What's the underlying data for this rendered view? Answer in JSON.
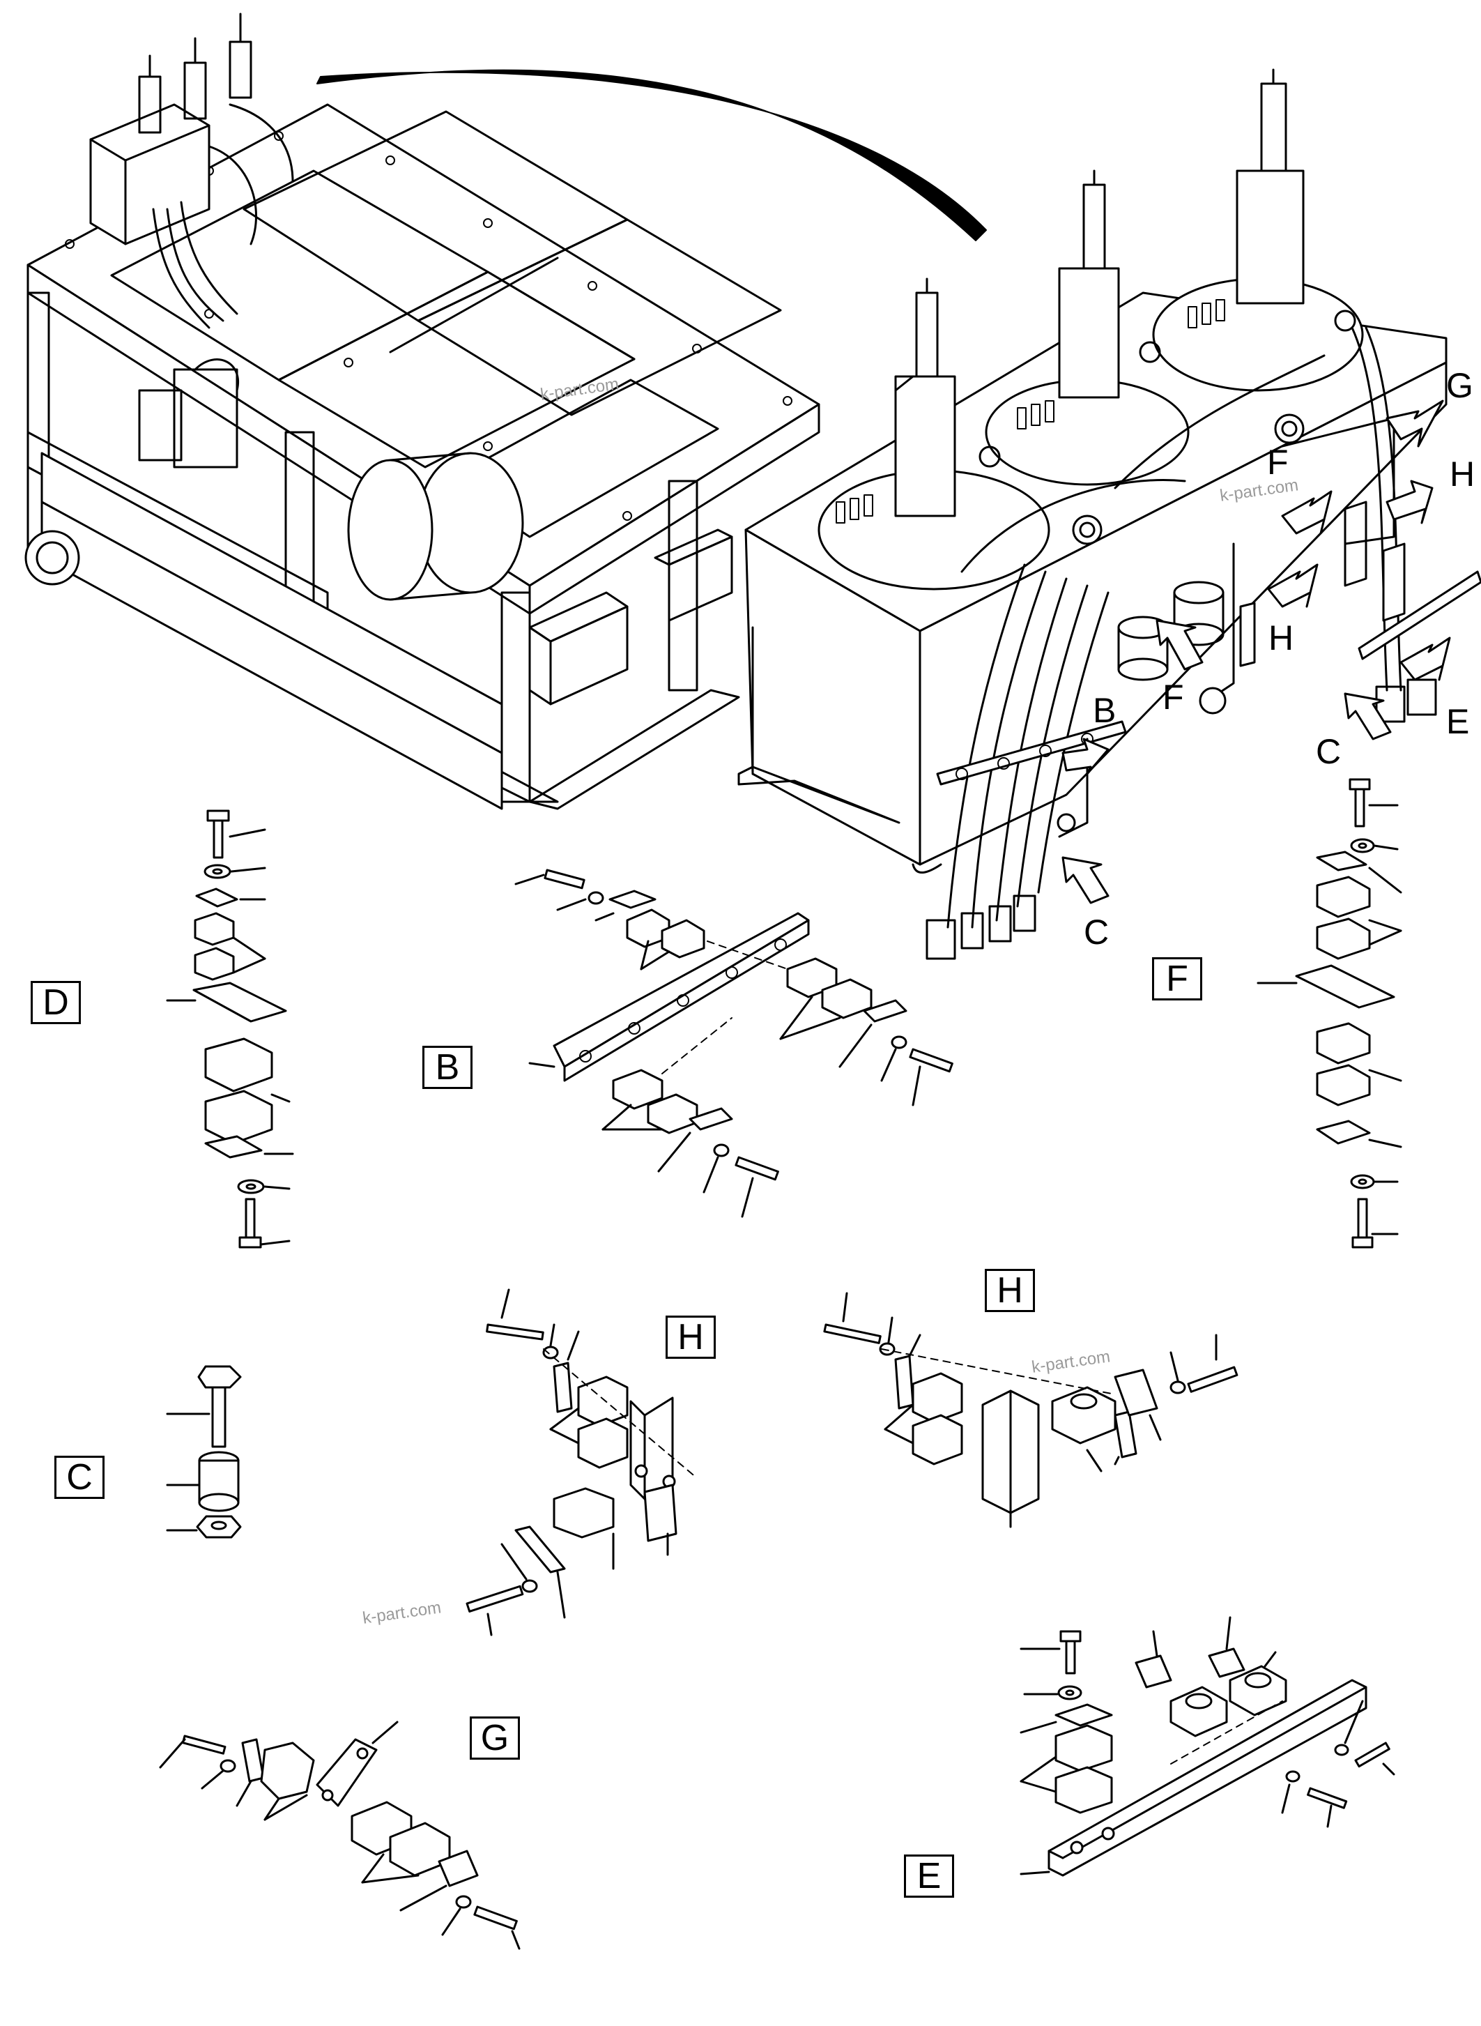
{
  "figure": {
    "section_labels": {
      "D": "D",
      "B": "B",
      "F": "F",
      "C": "C",
      "H1": "H",
      "H2": "H",
      "G": "G",
      "E": "E"
    },
    "callout_letters": {
      "G": "G",
      "F1": "F",
      "H1": "H",
      "H2": "H",
      "F2": "F",
      "B": "B",
      "C1": "C",
      "E": "E",
      "C2": "C"
    },
    "watermarks": [
      "k-part.com",
      "k-part.com",
      "k-part.com",
      "k-part.com"
    ]
  }
}
